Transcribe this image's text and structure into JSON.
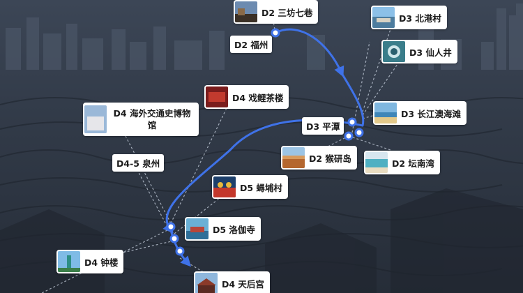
{
  "colors": {
    "route": "#3f72e8",
    "leader": "#c9d3e0",
    "card_bg": "#ffffff",
    "text": "#1b1b1b"
  },
  "poi_cards": [
    {
      "id": "sanfang",
      "label": "D2 三坊七巷",
      "thumb": "old-street-photo"
    },
    {
      "id": "beigang",
      "label": "D3 北港村",
      "thumb": "village-coast-photo"
    },
    {
      "id": "xianrenjing",
      "label": "D3 仙人井",
      "thumb": "rock-well-photo"
    },
    {
      "id": "xilicha",
      "label": "D4 戏鲤茶楼",
      "thumb": "teahouse-photo"
    },
    {
      "id": "haiwai",
      "label": "D4 海外交通史博物馆",
      "thumb": "museum-photo"
    },
    {
      "id": "changjiang",
      "label": "D3 长江澳海滩",
      "thumb": "beach-photo"
    },
    {
      "id": "houyan",
      "label": "D2 猴研岛",
      "thumb": "island-photo"
    },
    {
      "id": "tannan",
      "label": "D2 坛南湾",
      "thumb": "bay-photo"
    },
    {
      "id": "xunpu",
      "label": "D5 蟳埔村",
      "thumb": "village-flower-photo"
    },
    {
      "id": "luojia",
      "label": "D5 洛伽寺",
      "thumb": "temple-sea-photo"
    },
    {
      "id": "zhonglou",
      "label": "D4 钟楼",
      "thumb": "clock-tower-photo"
    },
    {
      "id": "tianhou",
      "label": "D4 天后宫",
      "thumb": "temple-roof-photo"
    }
  ],
  "city_tags": [
    {
      "id": "fuzhou",
      "label": "D2 福州"
    },
    {
      "id": "pingtan",
      "label": "D3 平潭"
    },
    {
      "id": "quanzhou",
      "label": "D4-5 泉州"
    }
  ]
}
